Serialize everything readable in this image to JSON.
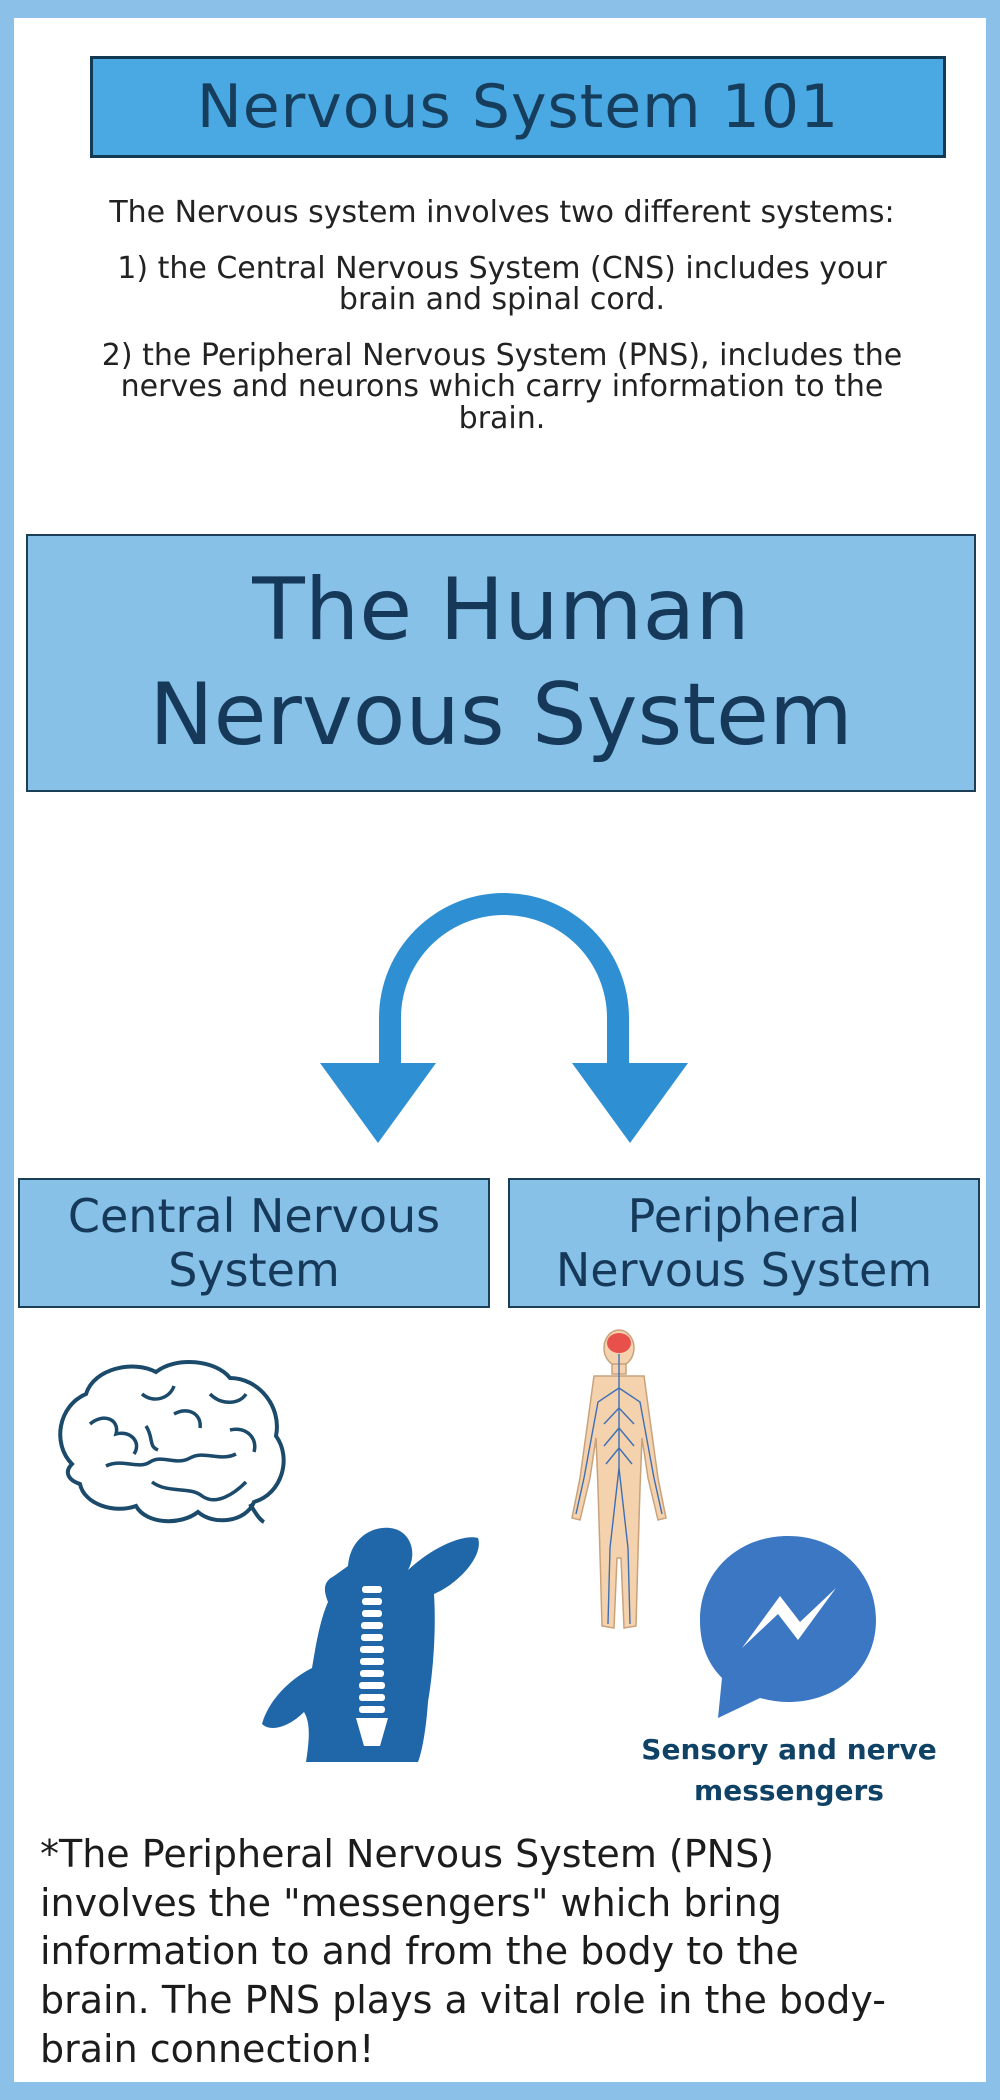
{
  "header": {
    "title": "Nervous System 101"
  },
  "intro": {
    "lead": "The Nervous system involves two different systems:",
    "point1_line1": "1) the Central Nervous System (CNS) includes your",
    "point1_line2": "brain and spinal cord.",
    "point2_line1": "2) the Peripheral Nervous System (PNS), includes the",
    "point2_line2": "nerves and neurons which carry information to the",
    "point2_line3": "brain."
  },
  "main_heading": {
    "line1": "The Human",
    "line2": "Nervous System"
  },
  "systems": {
    "cns": {
      "line1": "Central Nervous",
      "line2": "System"
    },
    "pns": {
      "line1": "Peripheral",
      "line2": "Nervous System"
    }
  },
  "icons": {
    "brain": "brain-icon",
    "spine": "spine-icon",
    "body": "nervous-body-icon",
    "messenger": "messenger-icon",
    "arrow": "split-arrow-icon"
  },
  "messenger_caption": {
    "line1": "Sensory and nerve",
    "line2": "messengers"
  },
  "footnote": {
    "line1": "*The Peripheral Nervous System (PNS)",
    "line2": "involves the \"messengers\" which bring",
    "line3": "information to and from the body to the",
    "line4": "brain. The PNS plays a vital role in the body-",
    "line5": "brain connection!"
  },
  "colors": {
    "border": "#8bc1e8",
    "title_fill": "#4aa8e2",
    "box_fill": "#87c1e8",
    "dark_text": "#163e5c",
    "arrow": "#2e8fd3",
    "icon_blue": "#1f67a8"
  }
}
